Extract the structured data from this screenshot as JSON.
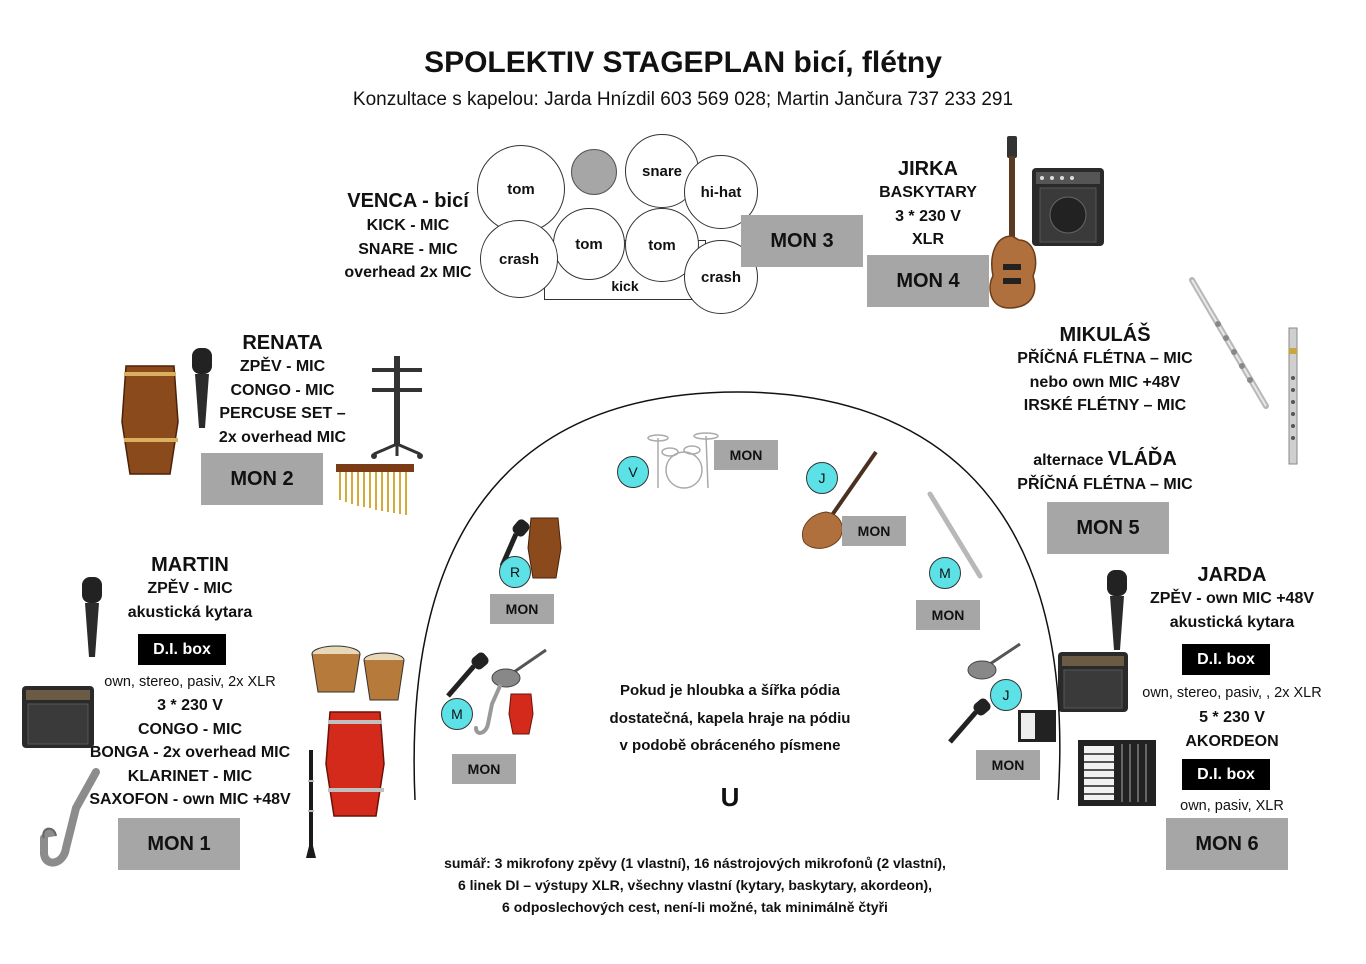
{
  "title": "SPOLEKTIV STAGEPLAN bicí, flétny",
  "subtitle": "Konzultace s kapelou: Jarda Hnízdil 603 569 028; Martin Jančura 737 233 291",
  "drums": {
    "tom1": "tom",
    "snare": "snare",
    "hihat": "hi-hat",
    "crash1": "crash",
    "tom2": "tom",
    "tom3": "tom",
    "kick": "kick",
    "crash2": "crash"
  },
  "venca": {
    "name": "VENCA - bicí",
    "lines": [
      "KICK - MIC",
      "SNARE - MIC",
      "overhead 2x MIC"
    ]
  },
  "jirka": {
    "name": "JIRKA",
    "lines": [
      "BASKYTARY",
      "3 * 230 V",
      "XLR"
    ]
  },
  "renata": {
    "name": "RENATA",
    "lines": [
      "ZPĚV - MIC",
      "CONGO - MIC",
      "PERCUSE SET –",
      "2x overhead MIC"
    ]
  },
  "mikulas": {
    "name": "MIKULÁŠ",
    "lines": [
      "PŘÍČNÁ FLÉTNA – MIC",
      "nebo own MIC +48V",
      "IRSKÉ FLÉTNY – MIC"
    ]
  },
  "vlada": {
    "prefix": "alternace ",
    "name": "VLÁĎA",
    "line": "PŘÍČNÁ FLÉTNA – MIC"
  },
  "martin": {
    "name": "MARTIN",
    "lines_top": [
      "ZPĚV - MIC",
      "akustická kytara"
    ],
    "di": "D.I. box",
    "note": "own, stereo, pasiv, 2x XLR",
    "lines_bottom": [
      "3 * 230 V",
      "CONGO - MIC",
      "BONGA - 2x overhead MIC",
      "KLARINET - MIC",
      "SAXOFON - own MIC +48V"
    ]
  },
  "jarda": {
    "name": "JARDA",
    "lines_top": [
      "ZPĚV - own MIC +48V",
      "akustická kytara"
    ],
    "di1": "D.I. box",
    "note1": "own, stereo, pasiv, , 2x XLR",
    "lines_mid": [
      "5 * 230 V",
      "AKORDEON"
    ],
    "di2": "D.I. box",
    "note2": "own, pasiv, XLR"
  },
  "monitors": {
    "mon1": "MON 1",
    "mon2": "MON 2",
    "mon3": "MON 3",
    "mon4": "MON 4",
    "mon5": "MON 5",
    "mon6": "MON 6"
  },
  "stage": {
    "mon_label": "MON",
    "markers": {
      "v": "V",
      "j1": "J",
      "r": "R",
      "m1": "M",
      "m2": "M",
      "j2": "J"
    },
    "desc": [
      "Pokud je hloubka a šířka pódia",
      "dostatečná, kapela hraje na pódiu",
      "v podobě obráceného písmene"
    ],
    "letter": "U"
  },
  "summary": [
    "sumář: 3 mikrofony zpěvy (1 vlastní), 16 nástrojových mikrofonů (2 vlastní),",
    "6 linek DI – výstupy XLR, všechny vlastní (kytary, baskytary, akordeon),",
    "6 odposlechových cest, není-li možné, tak minimálně čtyři"
  ],
  "colors": {
    "monitor": "#a6a6a6",
    "marker": "#5ce1e6",
    "di": "#000000",
    "cymbal_gray": "#a6a6a6"
  },
  "icons": [
    "microphone-icon",
    "conga-icon",
    "bongo-icon",
    "saxophone-icon",
    "clarinet-icon",
    "guitar-icon",
    "bass-guitar-icon",
    "amplifier-icon",
    "accordion-icon",
    "flute-icon",
    "drum-kit-icon",
    "chimes-icon",
    "stand-icon"
  ]
}
